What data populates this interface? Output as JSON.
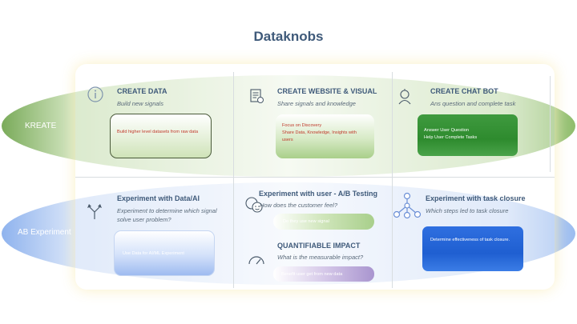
{
  "title": "Dataknobs",
  "rows": {
    "kreate": "KREATE",
    "ab": "AB Experiment"
  },
  "kreate": [
    {
      "heading": "CREATE DATA",
      "sub": "Build new signals",
      "icon": "info-icon",
      "box": [
        "Build higher level datasets from raw data"
      ]
    },
    {
      "heading": "CREATE WEBSITE & VISUAL",
      "sub": "Share signals and knowledge",
      "icon": "document-icon",
      "box": [
        "Focus on Discovery",
        "Share Data, Knowledge, Insights with users"
      ]
    },
    {
      "heading": "CREATE CHAT BOT",
      "sub": "Ans question and complete  task",
      "icon": "bot-icon",
      "box": [
        "Answer User Question",
        "Help User Complete Tasks"
      ]
    }
  ],
  "ab": [
    {
      "heading": "Experiment with Data/AI",
      "sub": "Experiment to determine which signal solve user problem?",
      "icon": "split-arrow-icon",
      "box": [
        "Use Data for AI/ML Experiment"
      ]
    },
    {
      "heading": "Experiment with user - A/B Testing",
      "sub": "How does the customer feel?",
      "icon": "mood-icon",
      "box": [
        "Do they use new signal"
      ]
    },
    {
      "heading": "QUANTIFIABLE IMPACT",
      "sub": "What is the measurable impact?",
      "icon": "gauge-icon",
      "box": [
        "Benefit user get from new data"
      ]
    },
    {
      "heading": "Experiment with task closure",
      "sub": "Which steps led to task closure",
      "icon": "network-icon",
      "box": [
        "Determine effectiveness of task closure."
      ]
    }
  ],
  "colors": {
    "title": "#3f5a7a",
    "kreate": "#7aab5a",
    "ab": "#8fb3ee",
    "botBox": "#2e8b2e",
    "closureBox": "#1f5fd1"
  }
}
